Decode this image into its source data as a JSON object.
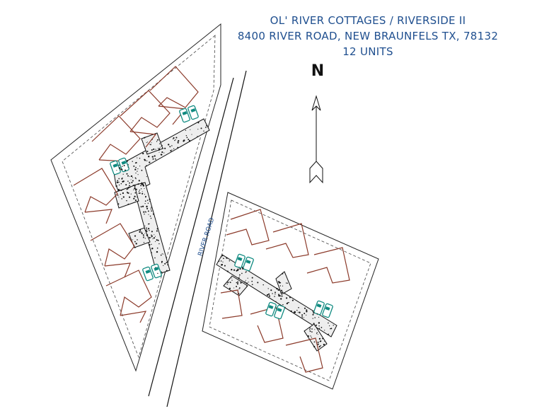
{
  "title": {
    "line1": "OL' RIVER COTTAGES / RIVERSIDE II",
    "line2": "8400 RIVER ROAD, NEW BRAUNFELS TX, 78132",
    "line3": "12 UNITS"
  },
  "road_label": "RIVER ROAD",
  "north_label": "N",
  "colors": {
    "title": "#1f4f8f",
    "cottage_outline": "#8b3a2a",
    "parking": "#0f8a80",
    "linework": "#111111"
  },
  "legend_icons": [
    "north-arrow-icon",
    "cottage-icon",
    "parking-car-icon"
  ]
}
